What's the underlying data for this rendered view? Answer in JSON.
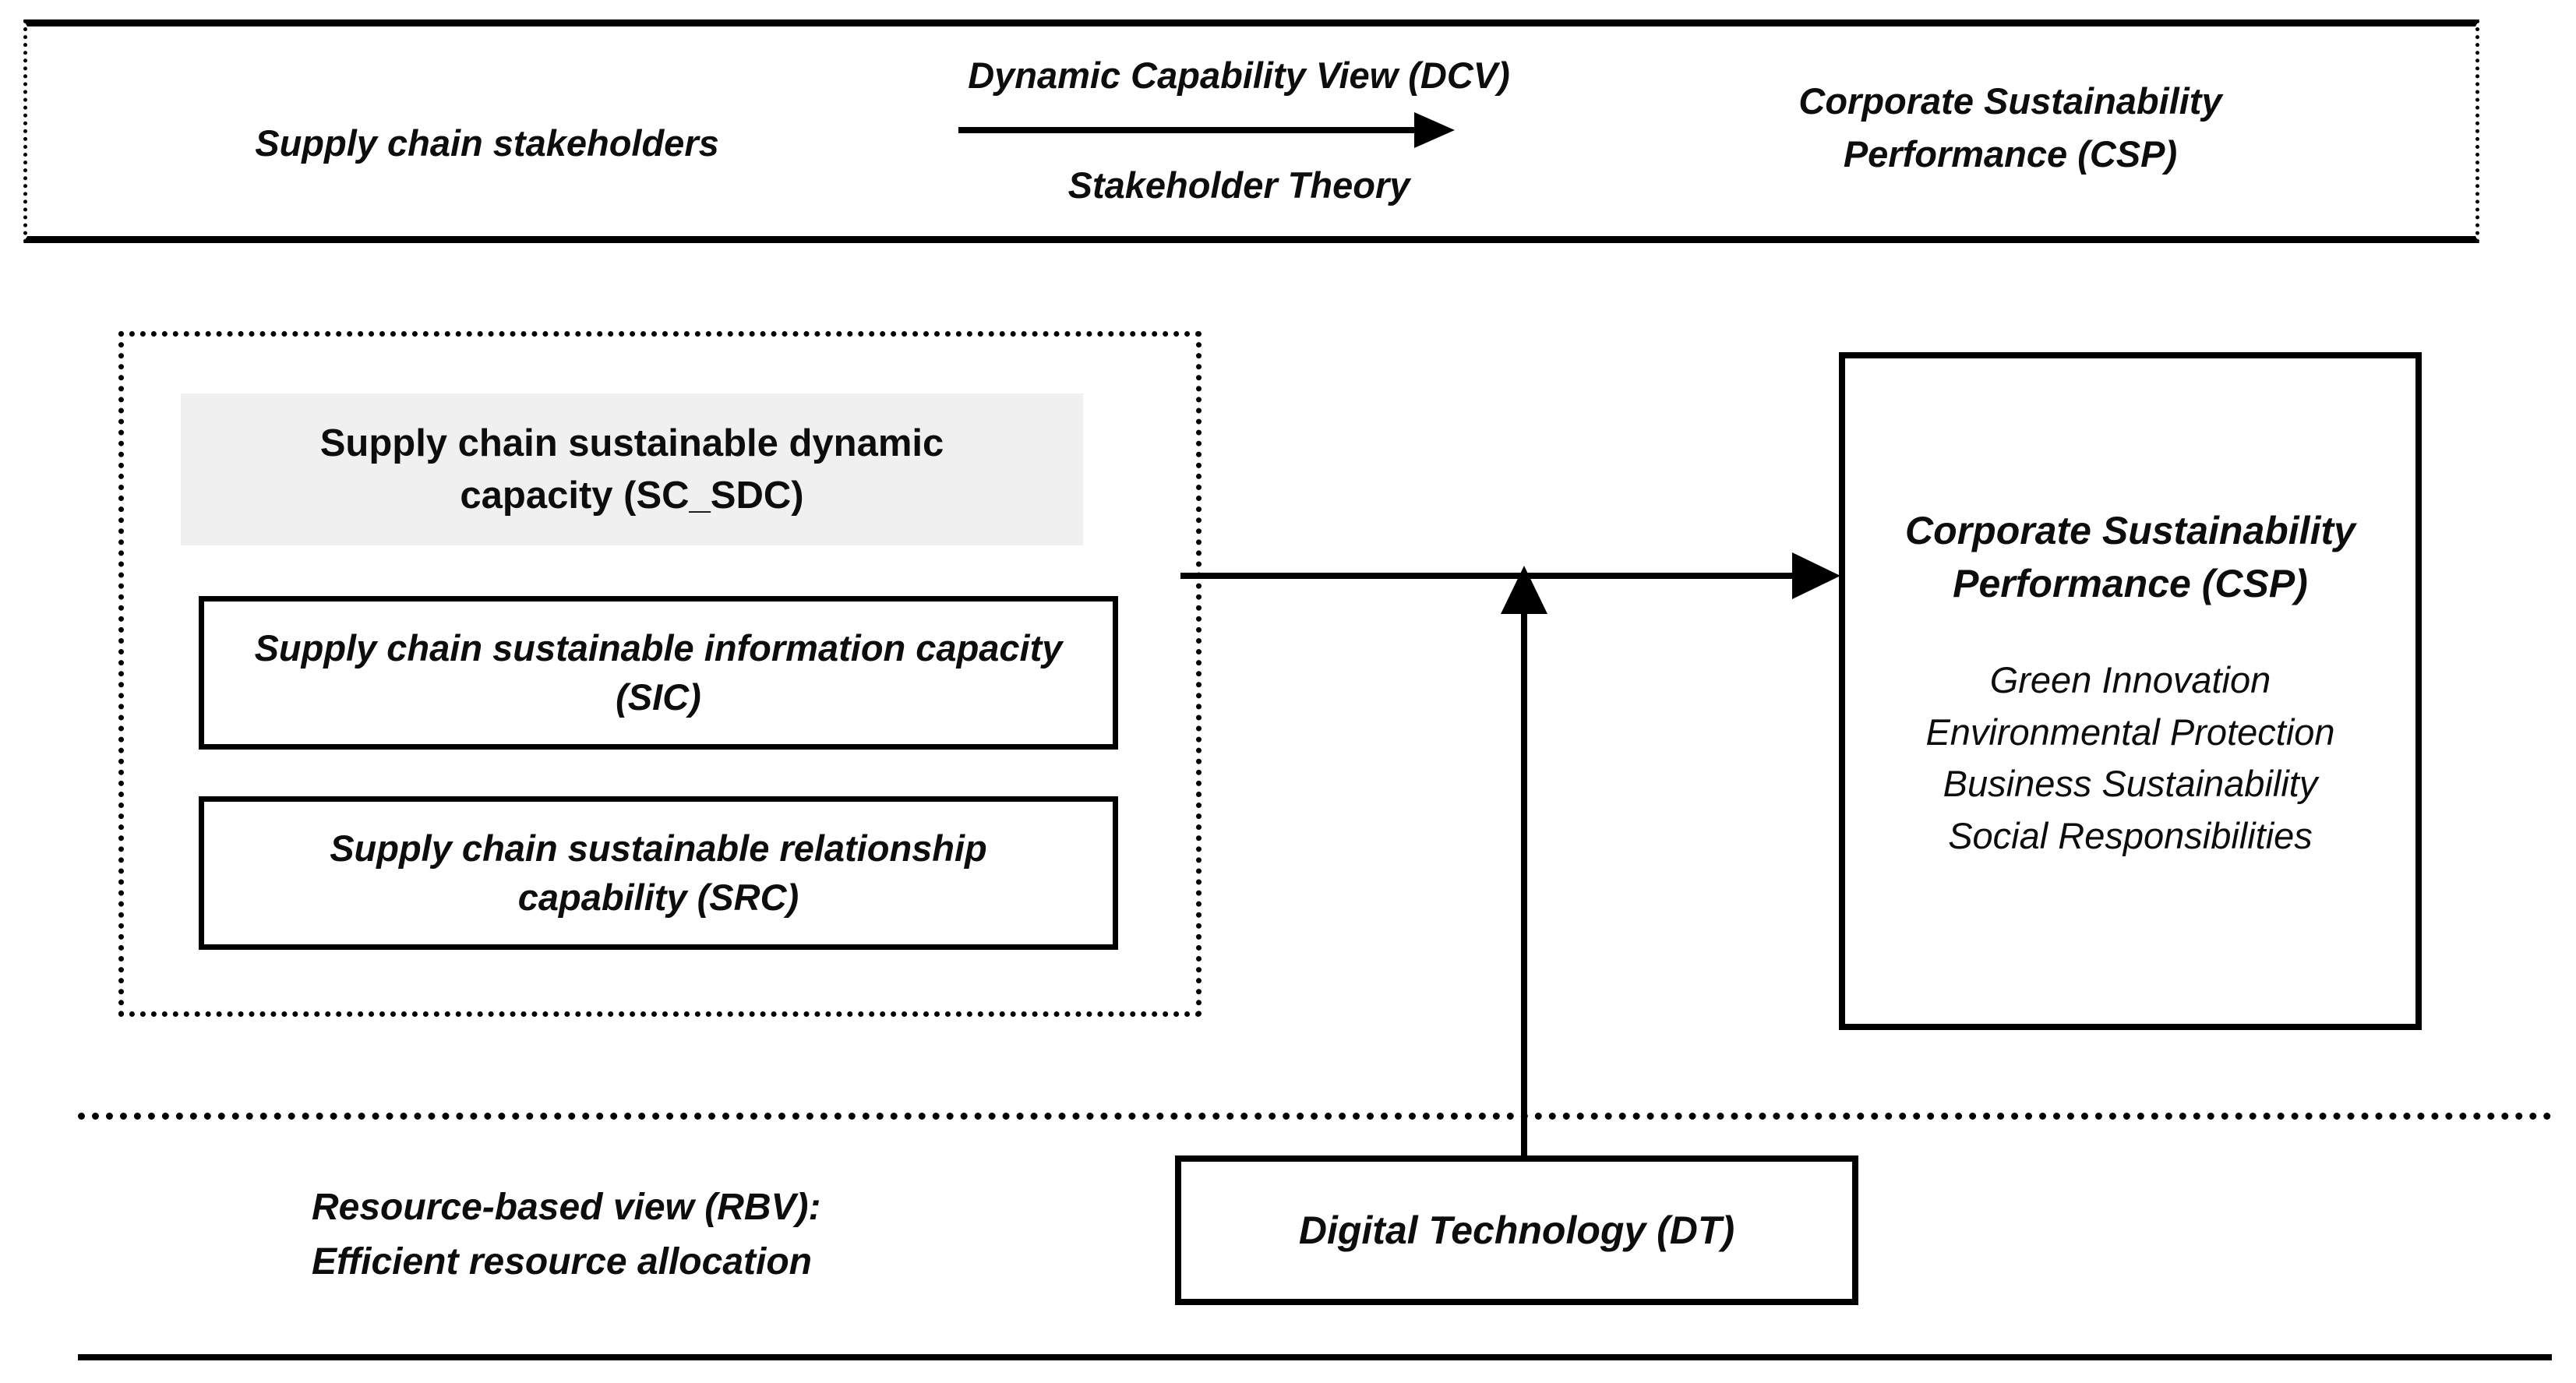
{
  "figure": {
    "top_banner": {
      "left_label": "Supply chain stakeholders",
      "theory_top": "Dynamic Capability View (DCV)",
      "theory_bottom": "Stakeholder Theory",
      "right_label_line1": "Corporate Sustainability",
      "right_label_line2": "Performance (CSP)",
      "arrow": "right-arrow-icon"
    },
    "left_group": {
      "header_line1": "Supply chain sustainable dynamic",
      "header_line2": "capacity (SC_SDC)",
      "header_bg": "#f0f0f0",
      "items": [
        {
          "line1": "Supply chain sustainable information capacity",
          "line2": "(SIC)",
          "code": "SIC"
        },
        {
          "line1": "Supply chain sustainable relationship",
          "line2": "capability (SRC)",
          "code": "SRC"
        }
      ]
    },
    "outcome_box": {
      "title_line1": "Corporate Sustainability",
      "title_line2": "Performance (CSP)",
      "items": [
        "Green Innovation",
        "Environmental Protection",
        "Business Sustainability",
        "Social Responsibilities"
      ]
    },
    "moderator_box": {
      "label": "Digital Technology  (DT)"
    },
    "footer": {
      "rbv_line1": "Resource-based view (RBV):",
      "rbv_line2": "Efficient resource allocation"
    },
    "connectors": {
      "main_effect": "right-arrow-icon",
      "moderation": "up-arrow-icon"
    },
    "colors": {
      "stroke": "#000000",
      "text": "#0d0d0d",
      "header_fill": "#f0f0f0",
      "background": "#ffffff"
    }
  }
}
